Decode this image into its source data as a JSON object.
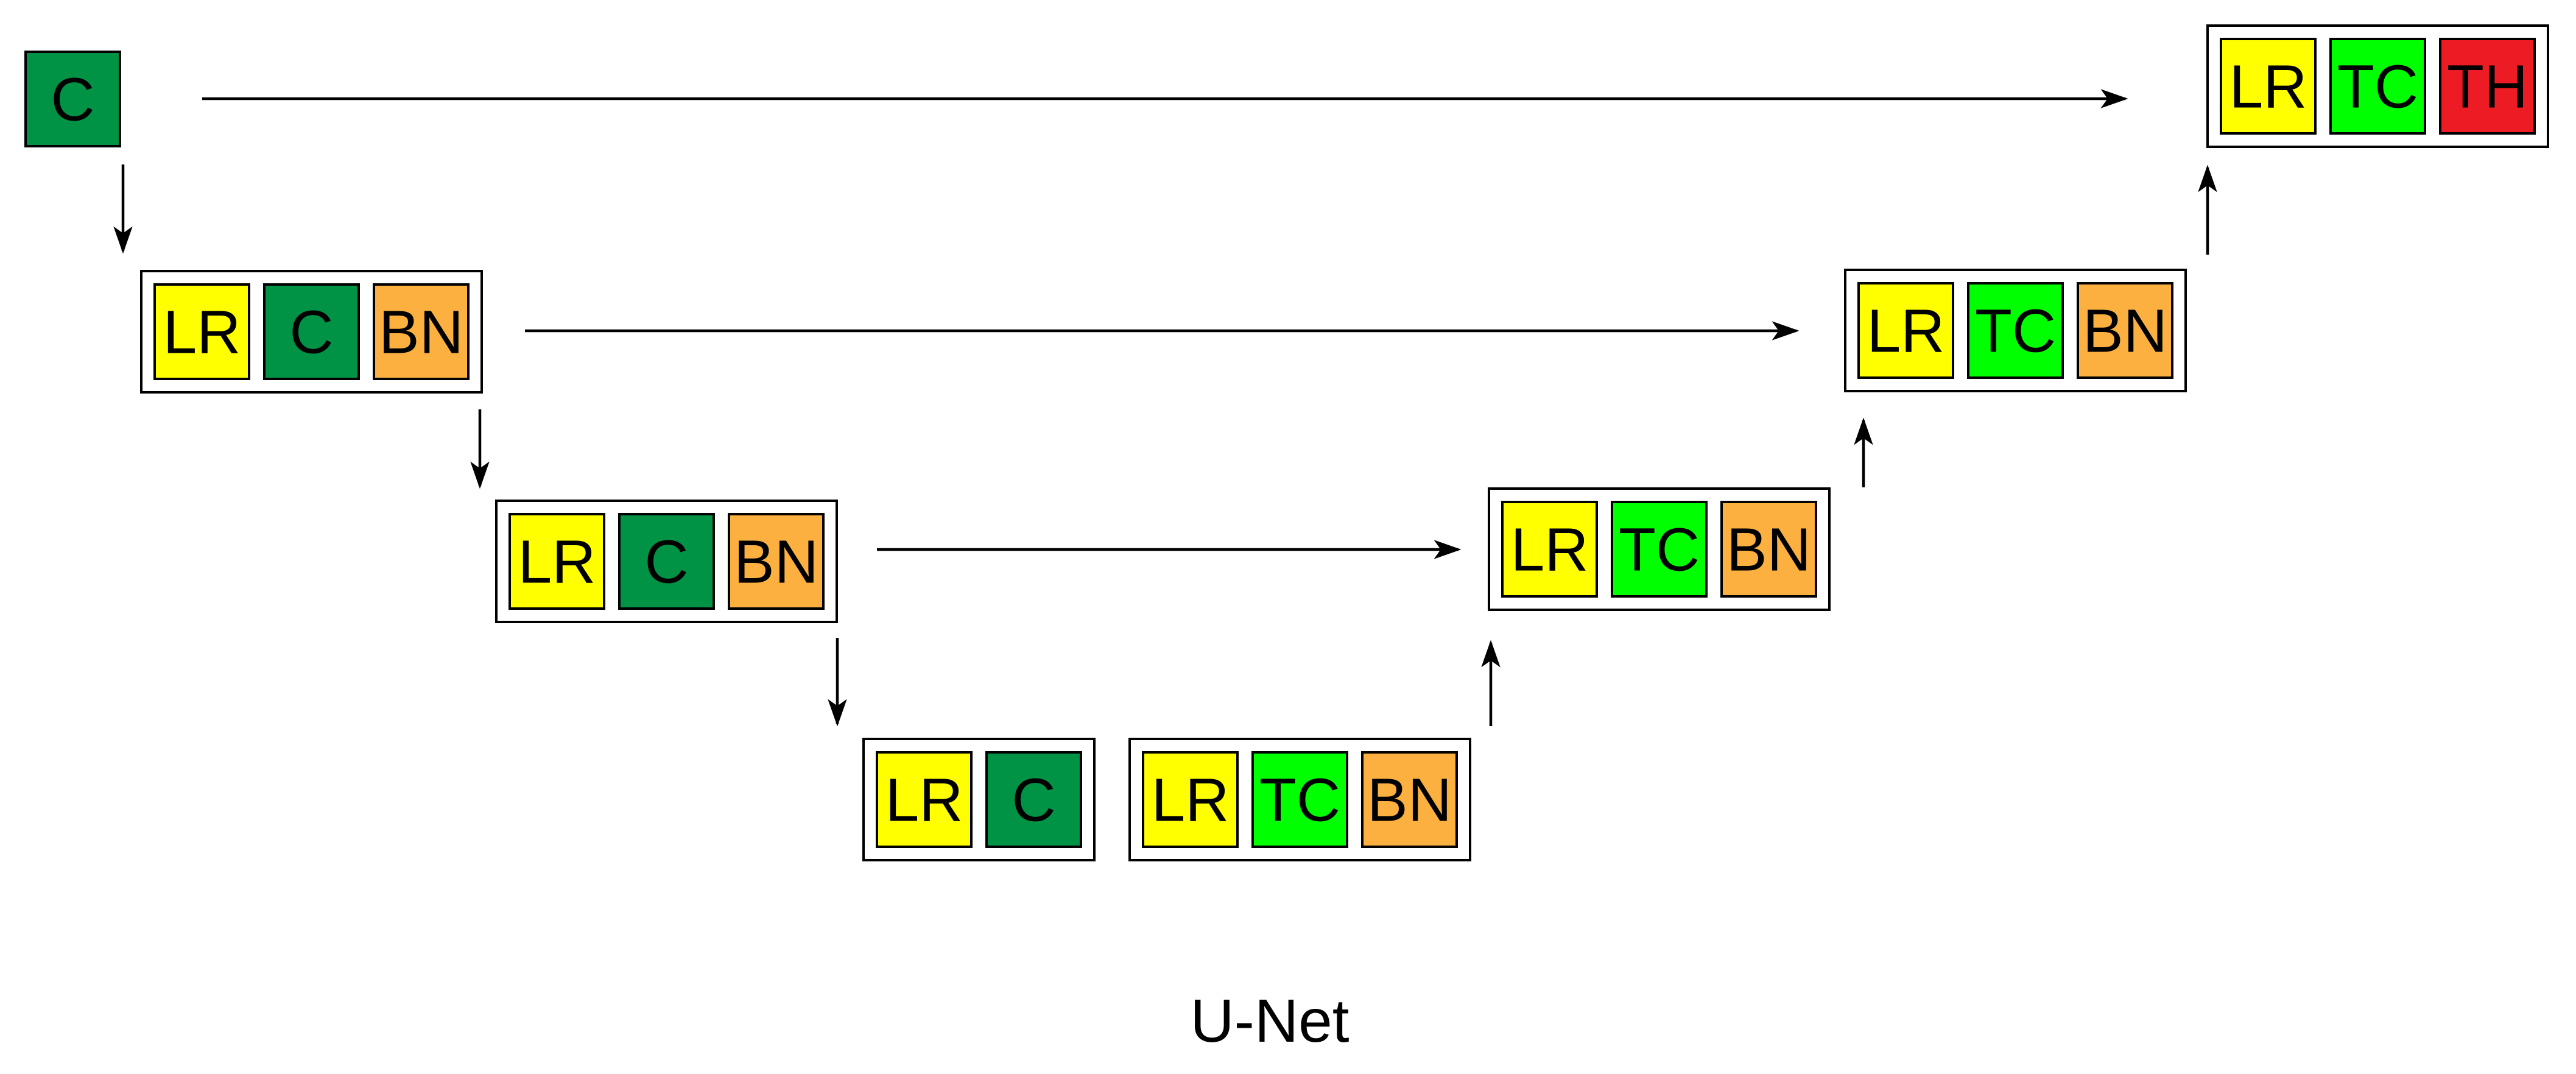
{
  "title": "U-Net",
  "colors": {
    "LR": "#FFFF00",
    "C": "#009245",
    "BN": "#FBB040",
    "TC": "#00FF00",
    "TH": "#ED1C24",
    "stroke": "#000000"
  },
  "input": {
    "label": "C"
  },
  "encoder": [
    {
      "layers": [
        "LR",
        "C",
        "BN"
      ]
    },
    {
      "layers": [
        "LR",
        "C",
        "BN"
      ]
    },
    {
      "layers": [
        "LR",
        "C"
      ]
    }
  ],
  "decoder": [
    {
      "layers": [
        "LR",
        "TC",
        "BN"
      ]
    },
    {
      "layers": [
        "LR",
        "TC",
        "BN"
      ]
    },
    {
      "layers": [
        "LR",
        "TC",
        "BN"
      ]
    },
    {
      "layers": [
        "LR",
        "TC",
        "TH"
      ]
    }
  ]
}
